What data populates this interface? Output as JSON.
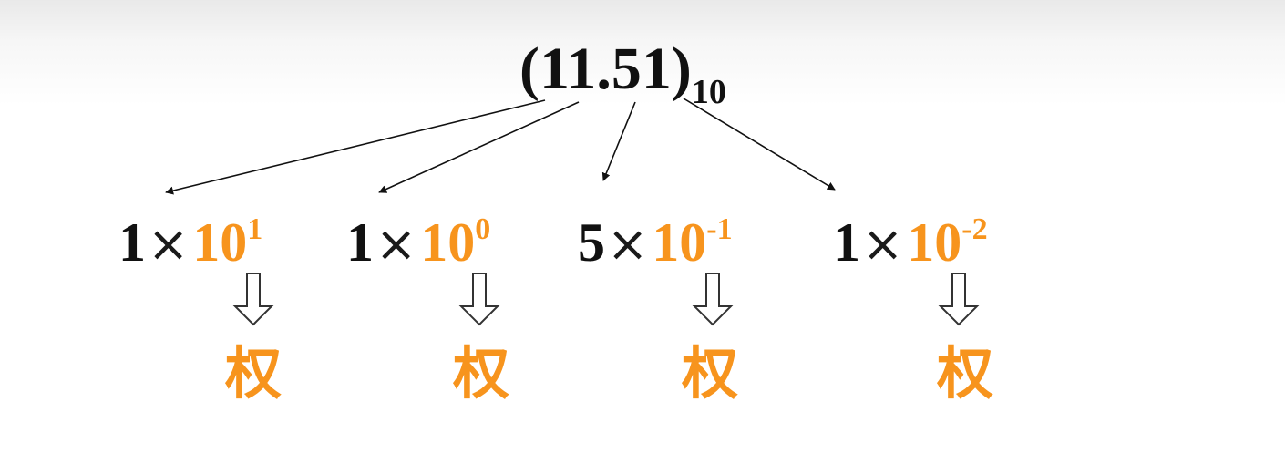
{
  "colors": {
    "accent": "#f7941d",
    "text": "#111111",
    "arrow": "#111111"
  },
  "root": {
    "number": "(11.51)",
    "base": "10"
  },
  "terms": [
    {
      "digit": "1",
      "times": "×",
      "power": "10",
      "exponent": "1",
      "weight_label": "权"
    },
    {
      "digit": "1",
      "times": "×",
      "power": "10",
      "exponent": "0",
      "weight_label": "权"
    },
    {
      "digit": "5",
      "times": "×",
      "power": "10",
      "exponent": "-1",
      "weight_label": "权"
    },
    {
      "digit": "1",
      "times": "×",
      "power": "10",
      "exponent": "-2",
      "weight_label": "权"
    }
  ],
  "icons": {
    "connector": "thin-arrow-icon",
    "down": "hollow-down-arrow-icon"
  }
}
